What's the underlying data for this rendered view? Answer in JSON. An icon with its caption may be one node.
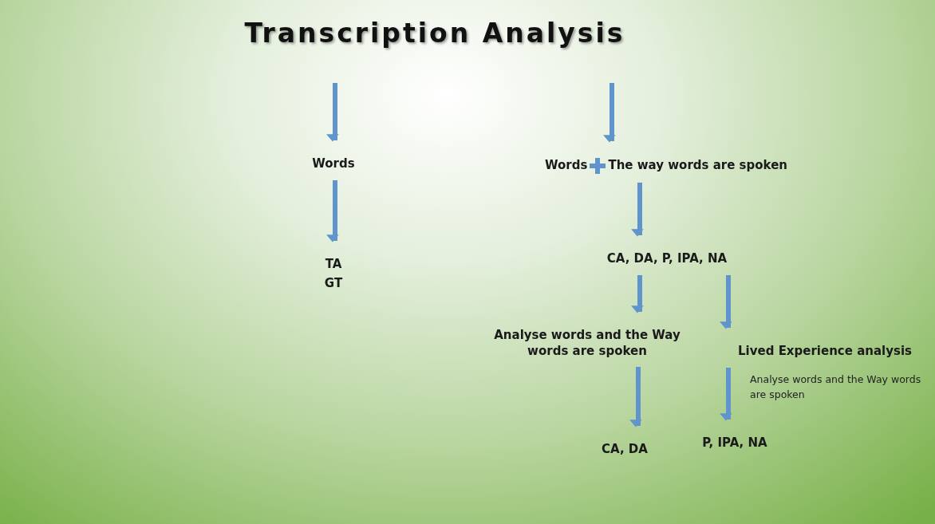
{
  "diagram": {
    "title": "Transcription Analysis",
    "nodes": [
      {
        "text": [
          "Words"
        ]
      },
      {
        "text": [
          "TA",
          "GT"
        ]
      },
      {
        "text": [
          "Words",
          "The way words are spoken"
        ]
      },
      {
        "text": [
          "CA, DA, P, IPA, NA"
        ]
      },
      {
        "text": [
          "Analyse words and the Way words are spoken"
        ]
      },
      {
        "text": [
          "Lived Experience analysis"
        ]
      },
      {
        "text": [
          "CA, DA"
        ]
      },
      {
        "text": [
          "P, IPA, NA"
        ]
      }
    ],
    "edges": [
      {
        "from": null,
        "to": 0,
        "arrow": "to"
      },
      {
        "from": 0,
        "to": 1,
        "arrow": "to"
      },
      {
        "from": null,
        "to": 2,
        "arrow": "to"
      },
      {
        "from": 2,
        "to": 3,
        "arrow": "to"
      },
      {
        "from": 3,
        "to": 4,
        "arrow": "to"
      },
      {
        "from": 3,
        "to": 5,
        "arrow": "to"
      },
      {
        "from": 4,
        "to": 6,
        "arrow": "to"
      },
      {
        "from": 5,
        "to": 7,
        "arrow": "to",
        "label": "Analyse words and the Way words are spoken"
      }
    ]
  }
}
